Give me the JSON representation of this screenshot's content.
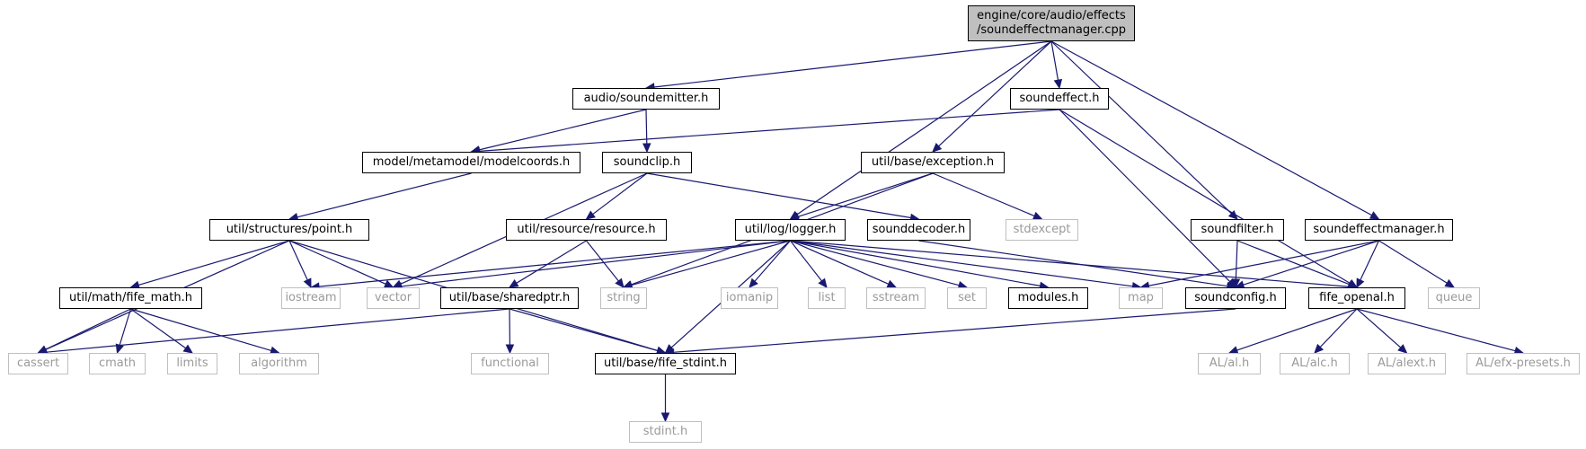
{
  "graph": {
    "nodes": [
      {
        "id": "root",
        "label": "engine/core/audio/effects\n/soundeffectmanager.cpp",
        "kind": "root"
      },
      {
        "id": "soundemitter",
        "label": "audio/soundemitter.h",
        "kind": "internal"
      },
      {
        "id": "soundeffect",
        "label": "soundeffect.h",
        "kind": "internal"
      },
      {
        "id": "modelcoords",
        "label": "model/metamodel/modelcoords.h",
        "kind": "internal"
      },
      {
        "id": "soundclip",
        "label": "soundclip.h",
        "kind": "internal"
      },
      {
        "id": "exception",
        "label": "util/base/exception.h",
        "kind": "internal"
      },
      {
        "id": "point",
        "label": "util/structures/point.h",
        "kind": "internal"
      },
      {
        "id": "resource",
        "label": "util/resource/resource.h",
        "kind": "internal"
      },
      {
        "id": "logger",
        "label": "util/log/logger.h",
        "kind": "internal"
      },
      {
        "id": "sounddecoder",
        "label": "sounddecoder.h",
        "kind": "internal"
      },
      {
        "id": "stdexcept",
        "label": "stdexcept",
        "kind": "external"
      },
      {
        "id": "soundfilter",
        "label": "soundfilter.h",
        "kind": "internal"
      },
      {
        "id": "soundeffectmanager",
        "label": "soundeffectmanager.h",
        "kind": "internal"
      },
      {
        "id": "fife_math",
        "label": "util/math/fife_math.h",
        "kind": "internal"
      },
      {
        "id": "iostream",
        "label": "iostream",
        "kind": "external"
      },
      {
        "id": "vector",
        "label": "vector",
        "kind": "external"
      },
      {
        "id": "sharedptr",
        "label": "util/base/sharedptr.h",
        "kind": "internal"
      },
      {
        "id": "string",
        "label": "string",
        "kind": "external"
      },
      {
        "id": "iomanip",
        "label": "iomanip",
        "kind": "external"
      },
      {
        "id": "list",
        "label": "list",
        "kind": "external"
      },
      {
        "id": "sstream",
        "label": "sstream",
        "kind": "external"
      },
      {
        "id": "set",
        "label": "set",
        "kind": "external"
      },
      {
        "id": "modules",
        "label": "modules.h",
        "kind": "internal"
      },
      {
        "id": "map",
        "label": "map",
        "kind": "external"
      },
      {
        "id": "soundconfig",
        "label": "soundconfig.h",
        "kind": "internal"
      },
      {
        "id": "fife_openal",
        "label": "fife_openal.h",
        "kind": "internal"
      },
      {
        "id": "queue",
        "label": "queue",
        "kind": "external"
      },
      {
        "id": "cassert",
        "label": "cassert",
        "kind": "external"
      },
      {
        "id": "cmath",
        "label": "cmath",
        "kind": "external"
      },
      {
        "id": "limits",
        "label": "limits",
        "kind": "external"
      },
      {
        "id": "algorithm",
        "label": "algorithm",
        "kind": "external"
      },
      {
        "id": "functional",
        "label": "functional",
        "kind": "external"
      },
      {
        "id": "fife_stdint",
        "label": "util/base/fife_stdint.h",
        "kind": "internal"
      },
      {
        "id": "al",
        "label": "AL/al.h",
        "kind": "external"
      },
      {
        "id": "alc",
        "label": "AL/alc.h",
        "kind": "external"
      },
      {
        "id": "alext",
        "label": "AL/alext.h",
        "kind": "external"
      },
      {
        "id": "efx_presets",
        "label": "AL/efx-presets.h",
        "kind": "external"
      },
      {
        "id": "stdint",
        "label": "stdint.h",
        "kind": "external"
      }
    ],
    "edges": [
      [
        "root",
        "soundemitter"
      ],
      [
        "root",
        "soundeffect"
      ],
      [
        "root",
        "exception"
      ],
      [
        "root",
        "logger"
      ],
      [
        "root",
        "soundfilter"
      ],
      [
        "root",
        "soundeffectmanager"
      ],
      [
        "soundemitter",
        "modelcoords"
      ],
      [
        "soundemitter",
        "soundclip"
      ],
      [
        "soundeffect",
        "modelcoords"
      ],
      [
        "soundeffect",
        "soundconfig"
      ],
      [
        "soundeffect",
        "fife_openal"
      ],
      [
        "modelcoords",
        "point"
      ],
      [
        "soundclip",
        "vector"
      ],
      [
        "soundclip",
        "resource"
      ],
      [
        "soundclip",
        "sounddecoder"
      ],
      [
        "exception",
        "string"
      ],
      [
        "exception",
        "logger"
      ],
      [
        "exception",
        "stdexcept"
      ],
      [
        "point",
        "cassert"
      ],
      [
        "point",
        "fife_math"
      ],
      [
        "point",
        "iostream"
      ],
      [
        "point",
        "vector"
      ],
      [
        "point",
        "fife_stdint"
      ],
      [
        "resource",
        "sharedptr"
      ],
      [
        "resource",
        "string"
      ],
      [
        "logger",
        "iostream"
      ],
      [
        "logger",
        "vector"
      ],
      [
        "logger",
        "string"
      ],
      [
        "logger",
        "iomanip"
      ],
      [
        "logger",
        "list"
      ],
      [
        "logger",
        "sstream"
      ],
      [
        "logger",
        "set"
      ],
      [
        "logger",
        "modules"
      ],
      [
        "logger",
        "map"
      ],
      [
        "logger",
        "fife_openal"
      ],
      [
        "logger",
        "fife_stdint"
      ],
      [
        "sounddecoder",
        "soundconfig"
      ],
      [
        "soundfilter",
        "soundconfig"
      ],
      [
        "soundfilter",
        "fife_openal"
      ],
      [
        "soundeffectmanager",
        "map"
      ],
      [
        "soundeffectmanager",
        "soundconfig"
      ],
      [
        "soundeffectmanager",
        "fife_openal"
      ],
      [
        "soundeffectmanager",
        "queue"
      ],
      [
        "fife_math",
        "cassert"
      ],
      [
        "fife_math",
        "cmath"
      ],
      [
        "fife_math",
        "limits"
      ],
      [
        "fife_math",
        "algorithm"
      ],
      [
        "sharedptr",
        "cassert"
      ],
      [
        "sharedptr",
        "functional"
      ],
      [
        "sharedptr",
        "fife_stdint"
      ],
      [
        "soundconfig",
        "fife_stdint"
      ],
      [
        "fife_openal",
        "al"
      ],
      [
        "fife_openal",
        "alc"
      ],
      [
        "fife_openal",
        "alext"
      ],
      [
        "fife_openal",
        "efx_presets"
      ],
      [
        "fife_stdint",
        "stdint"
      ]
    ],
    "edge_color": "#191970",
    "root_fill": "#bfbfbf",
    "external_border": "#bfbfbf"
  }
}
